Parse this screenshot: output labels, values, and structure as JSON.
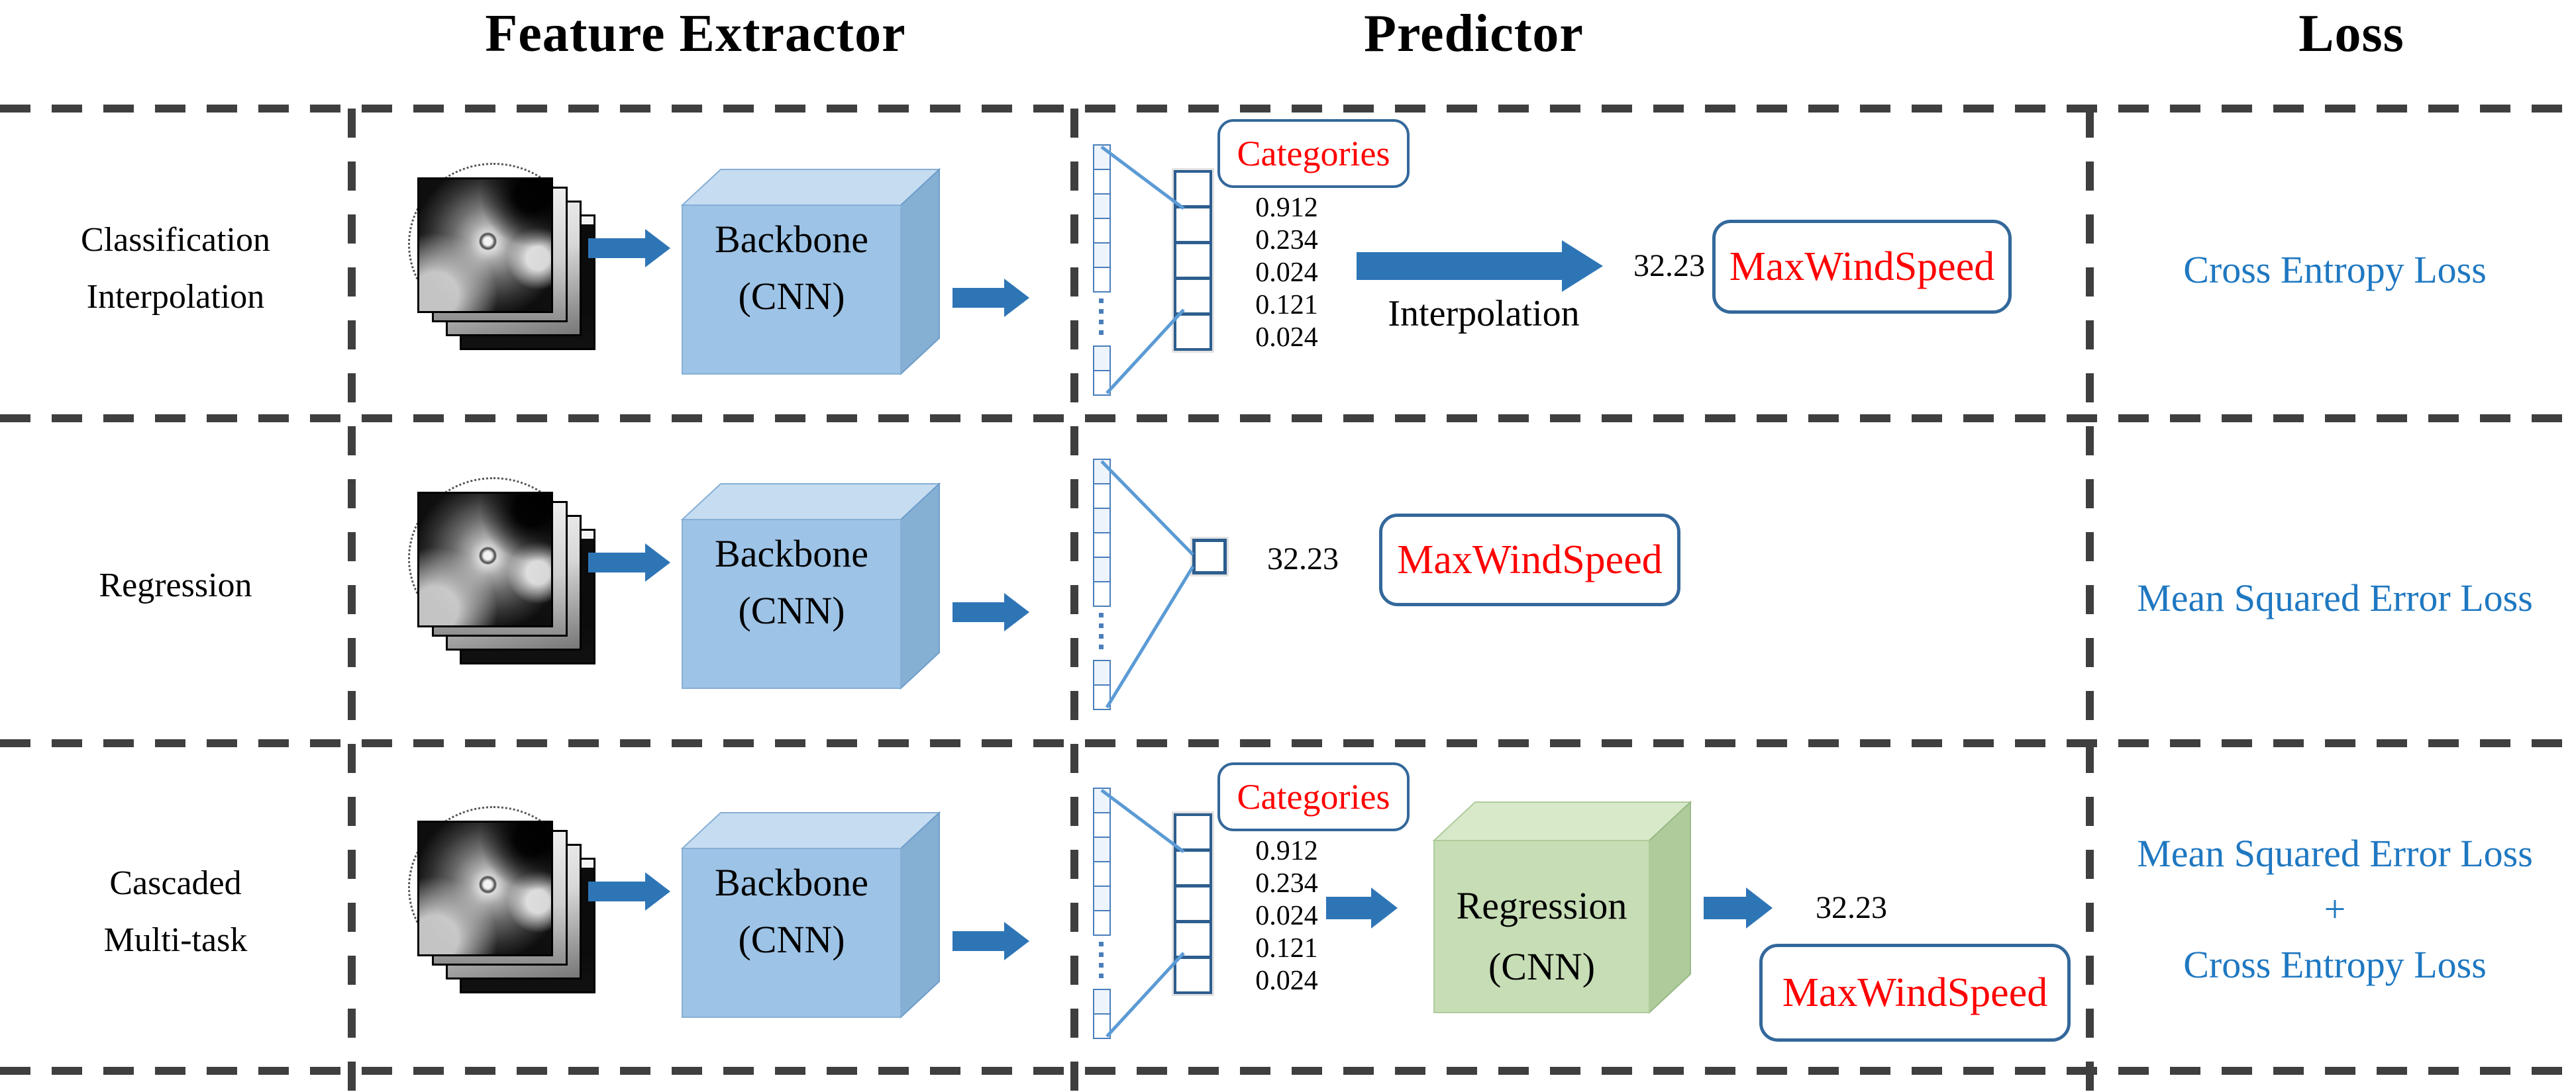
{
  "headers": {
    "feature_extractor": "Feature Extractor",
    "predictor": "Predictor",
    "loss": "Loss"
  },
  "rows": [
    {
      "label_lines": [
        "Classification",
        "Interpolation"
      ],
      "backbone_lines": [
        "Backbone",
        "(CNN)"
      ],
      "categories_label": "Categories",
      "probabilities": [
        "0.912",
        "0.234",
        "0.024",
        "0.121",
        "0.024"
      ],
      "interpolation_label": "Interpolation",
      "predicted_value": "32.23",
      "output_label": "MaxWindSpeed",
      "loss_lines": [
        "Cross Entropy Loss"
      ]
    },
    {
      "label_lines": [
        "Regression"
      ],
      "backbone_lines": [
        "Backbone",
        "(CNN)"
      ],
      "predicted_value": "32.23",
      "output_label": "MaxWindSpeed",
      "loss_lines": [
        "Mean Squared Error Loss"
      ]
    },
    {
      "label_lines": [
        "Cascaded",
        "Multi-task"
      ],
      "backbone_lines": [
        "Backbone",
        "(CNN)"
      ],
      "categories_label": "Categories",
      "probabilities": [
        "0.912",
        "0.234",
        "0.024",
        "0.121",
        "0.024"
      ],
      "regression_lines": [
        "Regression",
        "(CNN)"
      ],
      "predicted_value": "32.23",
      "output_label": "MaxWindSpeed",
      "loss_lines": [
        "Mean Squared Error Loss",
        "+",
        "Cross Entropy Loss"
      ]
    }
  ],
  "colors": {
    "dash_gray": "#3F3F3F",
    "arrow_blue": "#2E75B6",
    "box_border_blue": "#33689B",
    "loss_text_blue": "#1F78C1",
    "label_red": "#FF0000",
    "backbone_cube_front": "#9DC3E6",
    "backbone_cube_top": "#C5DCF1",
    "backbone_cube_side": "#86AFD4",
    "regression_cube_front": "#C6DDB5",
    "regression_cube_top": "#D8E9CA",
    "regression_cube_side": "#AFCB9B",
    "vector_border": "#4A7EBB",
    "category_cell_border": "#2D5E8E"
  }
}
